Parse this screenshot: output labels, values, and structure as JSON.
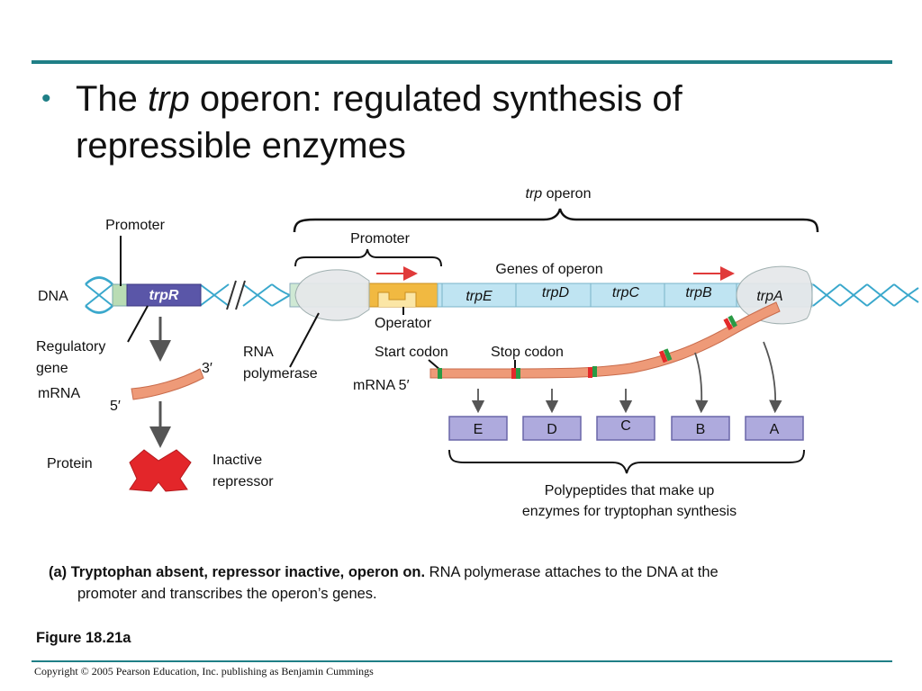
{
  "slide": {
    "bullet": "•",
    "title_part1": "The ",
    "title_italic": "trp",
    "title_part2": " operon: regulated synthesis of repressible enzymes"
  },
  "diagram": {
    "trp_operon_italic": "trp",
    "trp_operon_rest": " operon",
    "promoter_left": "Promoter",
    "promoter_operon": "Promoter",
    "genes_of_operon": "Genes of operon",
    "dna": "DNA",
    "trpR": "trpR",
    "genes": [
      "trpE",
      "trpD",
      "trpC",
      "trpB",
      "trpA"
    ],
    "regulatory_gene_line1": "Regulatory",
    "regulatory_gene_line2": "gene",
    "mrna_left": "mRNA",
    "three_prime": "3′",
    "five_prime": "5′",
    "protein": "Protein",
    "inactive_repressor_line1": "Inactive",
    "inactive_repressor_line2": "repressor",
    "rna_polymerase_line1": "RNA",
    "rna_polymerase_line2": "polymerase",
    "operator": "Operator",
    "start_codon": "Start codon",
    "stop_codon": "Stop codon",
    "mrna_5prime": "mRNA 5′",
    "polypeptides": [
      "E",
      "D",
      "C",
      "B",
      "A"
    ],
    "polypeptides_caption_line1": "Polypeptides that make up",
    "polypeptides_caption_line2": "enzymes for tryptophan synthesis"
  },
  "caption": {
    "bold": "(a) Tryptophan absent, repressor inactive, operon on.",
    "rest_line1": " RNA polymerase attaches to the DNA at the",
    "rest_line2": "promoter and transcribes the operon’s genes."
  },
  "figure_label": "Figure 18.21a",
  "copyright": "Copyright © 2005 Pearson Education, Inc. publishing as Benjamin Cummings",
  "colors": {
    "accent_rule": "#1f7f86",
    "dna_helix": "#3aa8cc",
    "gene_box": "#bfe4f2",
    "trpR_box": "#5a56a8",
    "promoter_box": "#b9dcb4",
    "operator": "#f1b941",
    "mrna": "#ee9a78",
    "polypeptide_box": "#aeaadd",
    "repressor": "#e3262a",
    "arrow_red": "#e03a3a"
  }
}
